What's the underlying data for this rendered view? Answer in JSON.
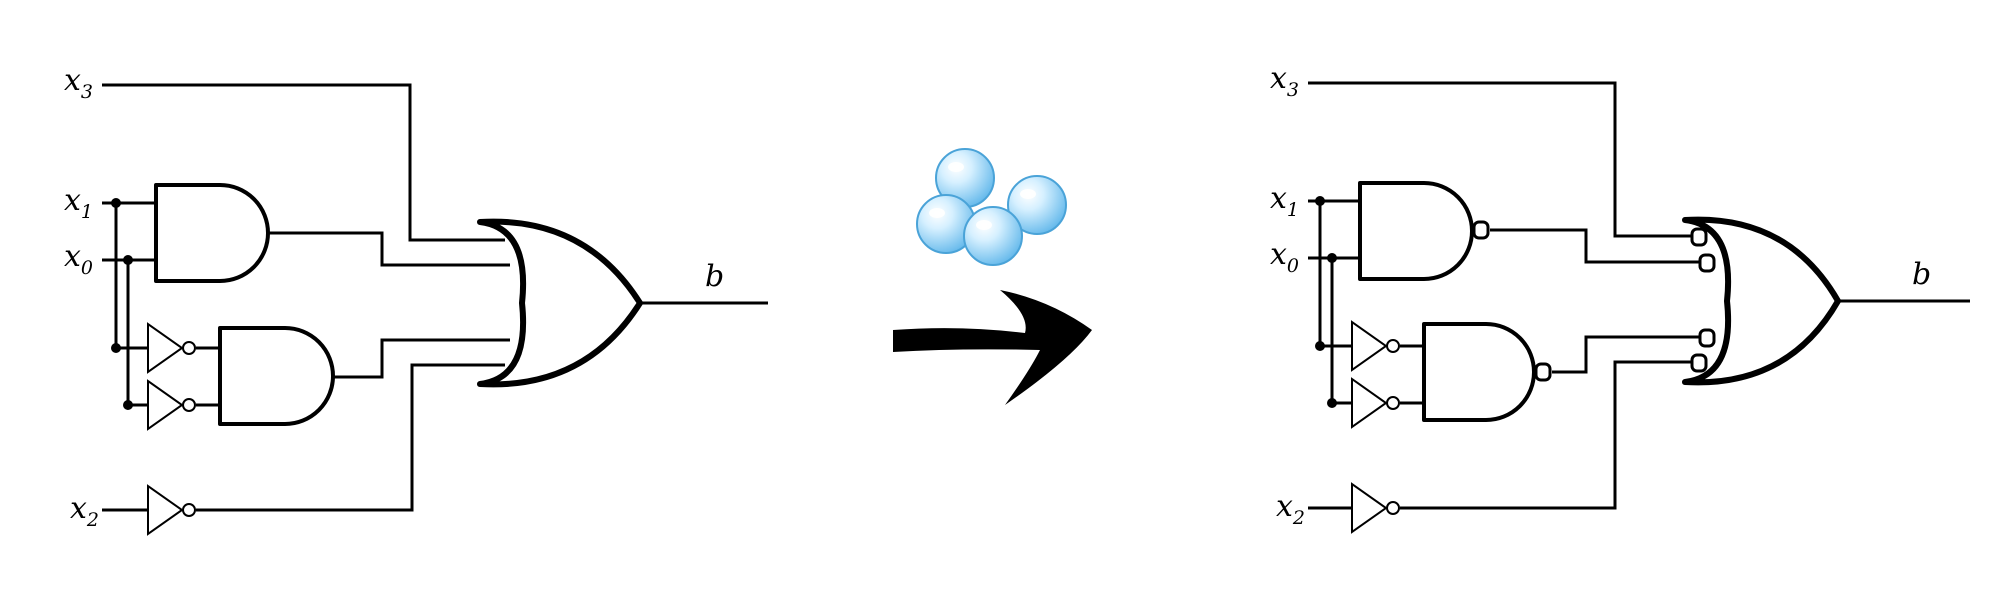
{
  "left_circuit": {
    "inputs": [
      {
        "name": "x",
        "sub": "3"
      },
      {
        "name": "x",
        "sub": "1"
      },
      {
        "name": "x",
        "sub": "0"
      },
      {
        "name": "x",
        "sub": "2"
      }
    ],
    "output": "b"
  },
  "right_circuit": {
    "inputs": [
      {
        "name": "x",
        "sub": "3"
      },
      {
        "name": "x",
        "sub": "1"
      },
      {
        "name": "x",
        "sub": "0"
      },
      {
        "name": "x",
        "sub": "2"
      }
    ],
    "output": "b"
  },
  "colors": {
    "bubbles": "#7cc8f0",
    "arrow": "#000000"
  },
  "icons": [
    "soap-bubbles-icon",
    "transform-arrow-icon"
  ]
}
